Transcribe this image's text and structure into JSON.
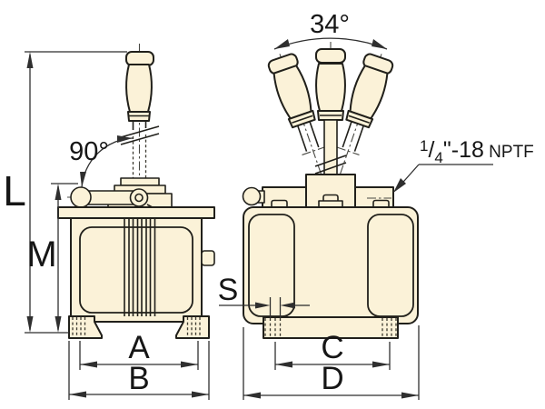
{
  "labels": {
    "L": "L",
    "M": "M",
    "A": "A",
    "B": "B",
    "C": "C",
    "D": "D",
    "S": "S",
    "front_lever_angle": "90°",
    "side_lever_angle": "34°",
    "port": {
      "numerator": "1",
      "slash": "/",
      "denominator": "4",
      "thread": "\"-18",
      "standard": " NPTF"
    }
  },
  "colors": {
    "body_fill": "#FBF2D8",
    "line": "#21201B",
    "dimension_line": "#2F2F2F",
    "background": "#FFFFFF"
  }
}
